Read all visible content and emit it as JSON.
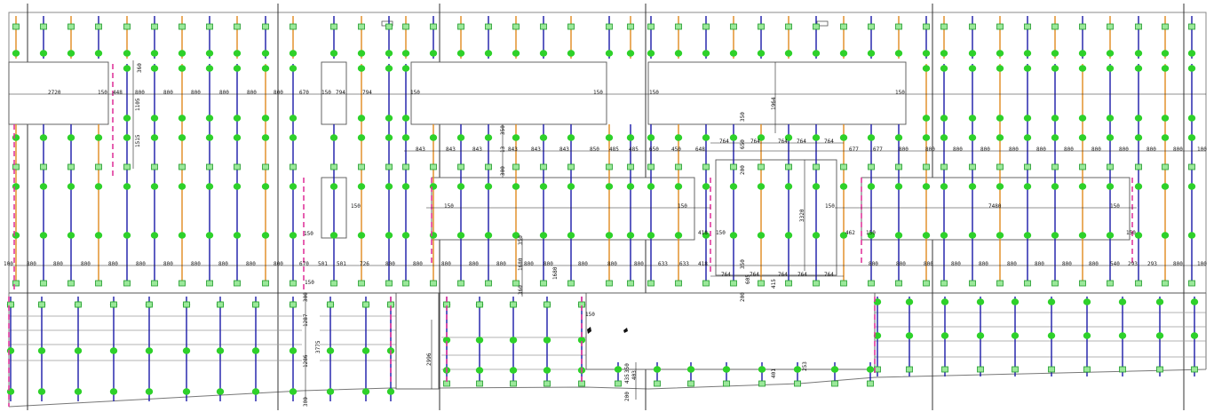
{
  "colors": {
    "post": "#1a1aa8",
    "post_alt": "#e08a1e",
    "pink": "#e0389c",
    "node": "#2ed12a",
    "box": "#1f9a2a",
    "line": "#2a2a2a",
    "grid": "#9a9a9a"
  },
  "dims": {
    "d2720": "2720",
    "d150": "150",
    "d448": "448",
    "d800": "800",
    "d670": "670",
    "d794": "794",
    "d843": "843",
    "d850": "850",
    "d485": "485",
    "d650": "650",
    "d450": "450",
    "d648": "648",
    "d764": "764",
    "d677": "677",
    "d100": "100",
    "d501": "501",
    "d726": "726",
    "d633": "633",
    "d418": "418",
    "d540": "540",
    "d293": "293",
    "d7480": "7480",
    "d462": "462",
    "d350": "350",
    "d360": "360",
    "d300": "300",
    "d200": "200",
    "d13": "13",
    "d1105": "1105",
    "d1515": "1515",
    "d1964": "1964",
    "d3320": "3320",
    "d1680": "1680",
    "d1287": "1287",
    "d1286": "1286",
    "d3775": "3775",
    "d2996": "2996",
    "d401": "401",
    "d403": "403",
    "d435": "435",
    "d403b": "400",
    "d253": "253",
    "d415": "415",
    "d605": "605"
  }
}
